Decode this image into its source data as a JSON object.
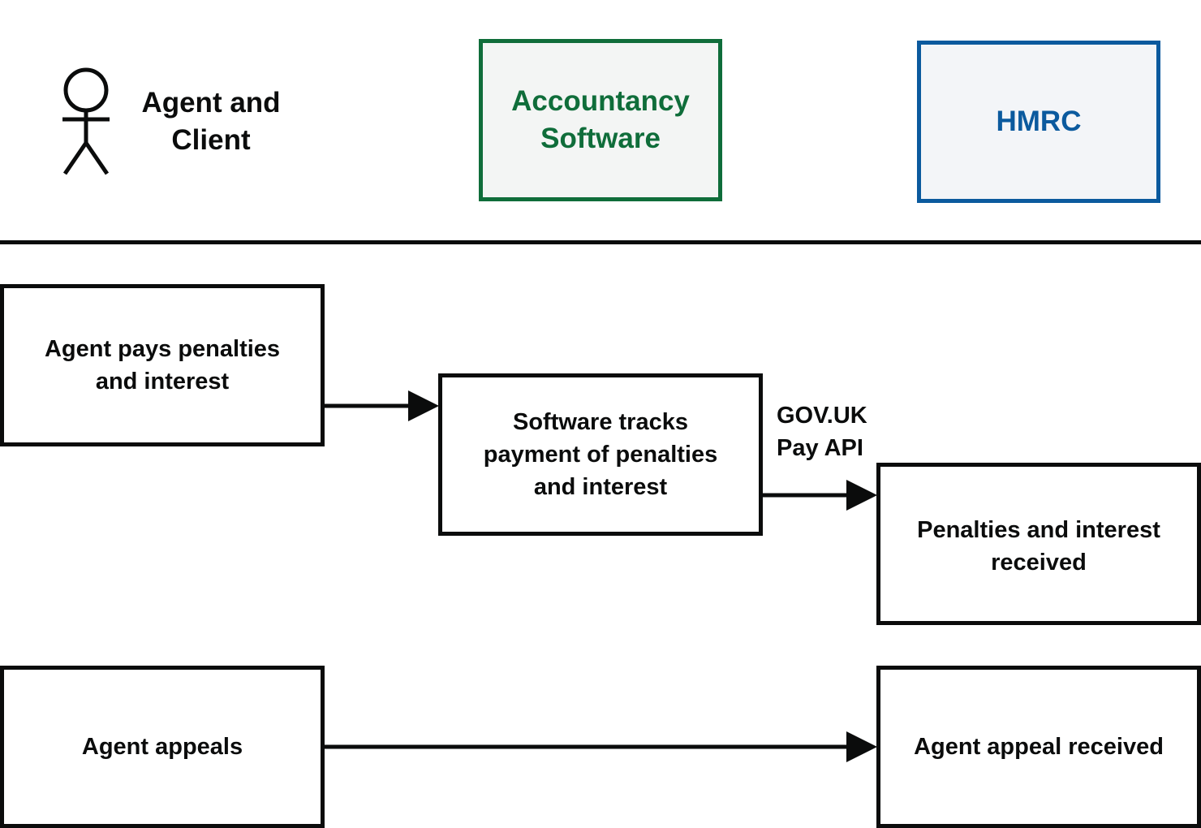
{
  "lanes": {
    "actor": {
      "label": "Agent and Client"
    },
    "software": {
      "label": "Accountancy Software"
    },
    "hmrc": {
      "label": "HMRC"
    }
  },
  "steps": {
    "agent_pays": "Agent pays penalties and interest",
    "software_tracks": "Software tracks payment of penalties and interest",
    "received": "Penalties and interest received",
    "agent_appeals": "Agent appeals",
    "appeal_received": "Agent appeal received"
  },
  "connectors": {
    "pay_api_label_line1": "GOV.UK",
    "pay_api_label_line2": "Pay API"
  },
  "colors": {
    "software_accent": "#0f6d3a",
    "hmrc_accent": "#0b5a9e",
    "ink": "#0b0c0c"
  },
  "icons": {
    "actor": "stick-figure-icon",
    "arrow": "arrow-right-icon"
  }
}
